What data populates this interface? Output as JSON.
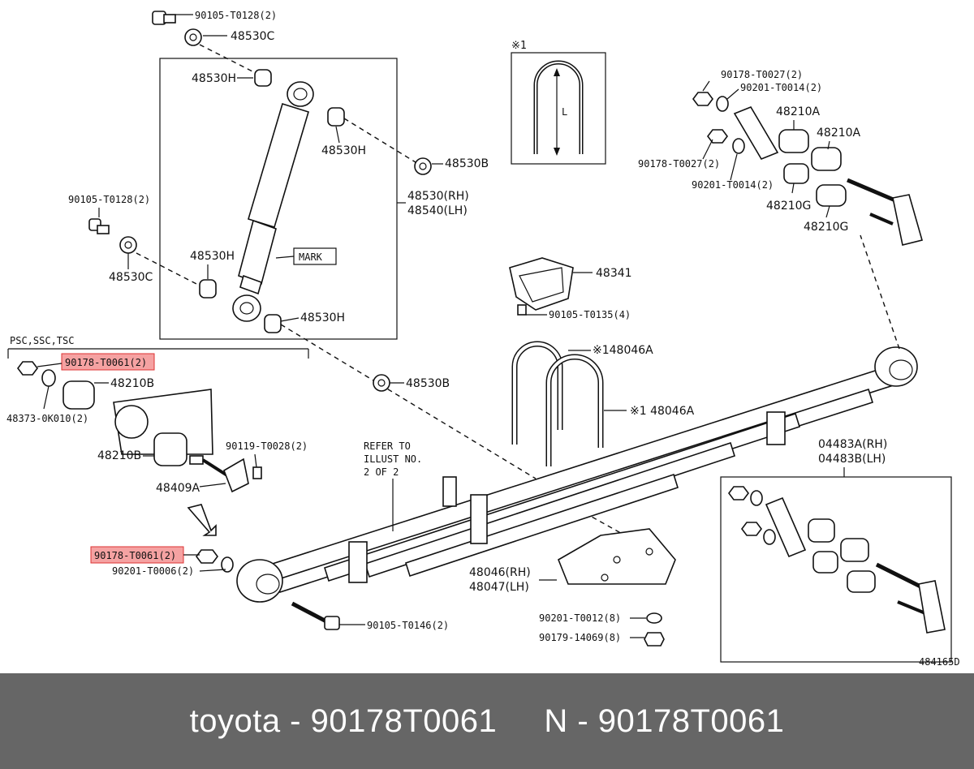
{
  "diagram": {
    "code": "484165D",
    "ref_mark": "※1",
    "psc_note": "PSC,SSC,TSC",
    "refer_note": [
      "REFER TO",
      "ILLUST NO.",
      "2 OF 2"
    ],
    "mark_label": "MARK",
    "ubolt_dim": "L",
    "labels": {
      "bolt_top": "90105-T0128(2)",
      "washer_top": "48530C",
      "bush_h1": "48530H",
      "bush_h2": "48530H",
      "bush_h3": "48530H",
      "bush_h4": "48530H",
      "washer_b1": "48530B",
      "washer_b2": "48530B",
      "shock_rh": "48530(RH)",
      "shock_lh": "48540(LH)",
      "bolt_left": "90105-T0128(2)",
      "washer_left": "48530C",
      "bumper": "48341",
      "bumper_bolt": "90105-T0135(4)",
      "ubolt1": "※148046A",
      "ubolt2": "※1 48046A",
      "nut_t0027_a": "90178-T0027(2)",
      "washer_t0014_a": "90201-T0014(2)",
      "bush_210a_1": "48210A",
      "bush_210a_2": "48210A",
      "nut_t0027_b": "90178-T0027(2)",
      "washer_t0014_b": "90201-T0014(2)",
      "bush_210g_1": "48210G",
      "bush_210g_2": "48210G",
      "nut_t0061_top": "90178-T0061(2)",
      "bush_210b_1": "48210B",
      "pin_0k010": "48373-0K010(2)",
      "bush_210b_2": "48210B",
      "bolt_t0028": "90119-T0028(2)",
      "hanger": "48409A",
      "nut_t0061_bottom": "90178-T0061(2)",
      "washer_t0006": "90201-T0006(2)",
      "bolt_t0146": "90105-T0146(2)",
      "spring_rh": "48046(RH)",
      "spring_lh": "48047(LH)",
      "washer_t0012": "90201-T0012(8)",
      "nut_14069": "90179-14069(8)",
      "shackle_rh": "04483A(RH)",
      "shackle_lh": "04483B(LH)"
    }
  },
  "footer": {
    "text": "toyota - 90178T0061     N - 90178T0061"
  },
  "colors": {
    "highlight": "#f28b8b",
    "footer_bg": "#666666"
  }
}
